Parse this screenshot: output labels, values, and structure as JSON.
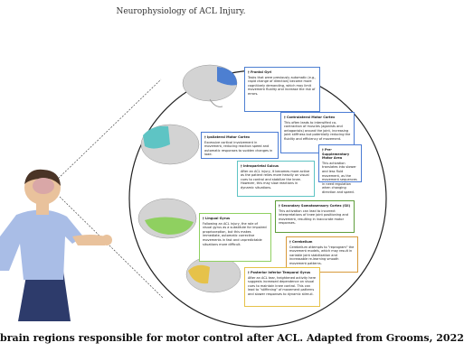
{
  "header": {
    "title": "Neurophysiology of ACL Injury."
  },
  "caption": "brain regions responsible for motor control after ACL. Adapted from Grooms, 2022",
  "colors": {
    "frontal": "#4d7fd1",
    "motor": "#4a7bd4",
    "sensory": "#5f9e3c",
    "teal": "#5ec4c4",
    "lingual": "#8fd060",
    "cerebellum": "#d89a3a",
    "temporal": "#e6c24a"
  },
  "boxes": {
    "frontal": {
      "title": "† Frontal Gyri",
      "body": "Tasks that were previously automatic (e.g., rapid change of direction) become more cognitively demanding, which may limit movement fluidity and increase the risk of errors."
    },
    "contralateral": {
      "title": "† Contralateral Motor Cortex",
      "body": "This often leads to intensified co-contraction of muscles (agonists and antagonists) around the joint, increasing joint stiffness but potentially reducing the fluidity and efficiency of movement."
    },
    "premotor": {
      "title": "† Pre-Supplementary Motor Area",
      "body": "This activation translates into slower and less fluid movement, as the movement sequences in need regulation when changing direction and speed."
    },
    "ipsilateral": {
      "title": "† Ipsilateral Motor Cortex",
      "body": "Excessive cortical involvement in movement, reducing reaction speed and automatic responses to sudden changes in load."
    },
    "intraparietal": {
      "title": "† Intraparietal Sulcus",
      "body": "After an ACL injury, it becomes more active as the patient relies more heavily on visual cues to control and stabilize the knee. However, this may slow reactions in dynamic situations."
    },
    "secondary": {
      "title": "† Secondary Somatosensory Cortex (SII)",
      "body": "This activation can lead to incorrect interpretations of knee joint positioning and movement, resulting in inaccurate motor responses."
    },
    "lingual": {
      "title": "† Lingual Gyrus",
      "body": "Following an ACL injury, the role of visual gyrus as a substitute for impaired proprioception, but this makes immediate, automatic corrective movements in fast and unpredictable situations more difficult."
    },
    "cerebellum": {
      "title": "† Cerebellum",
      "body": "Cerebellum attempts to \"reprogram\" the movement models, which may result in variable joint stabilization and increasable re-learning smooth movement patterns."
    },
    "temporal": {
      "title": "† Posterior Inferior Temporal Gyrus",
      "body": "After an ACL tear, heightened activity here suggests increased dependence on visual cues to maintain knee control. This can lead to \"stiffening\" of movement patterns and slower responses to dynamic stimuli."
    }
  }
}
